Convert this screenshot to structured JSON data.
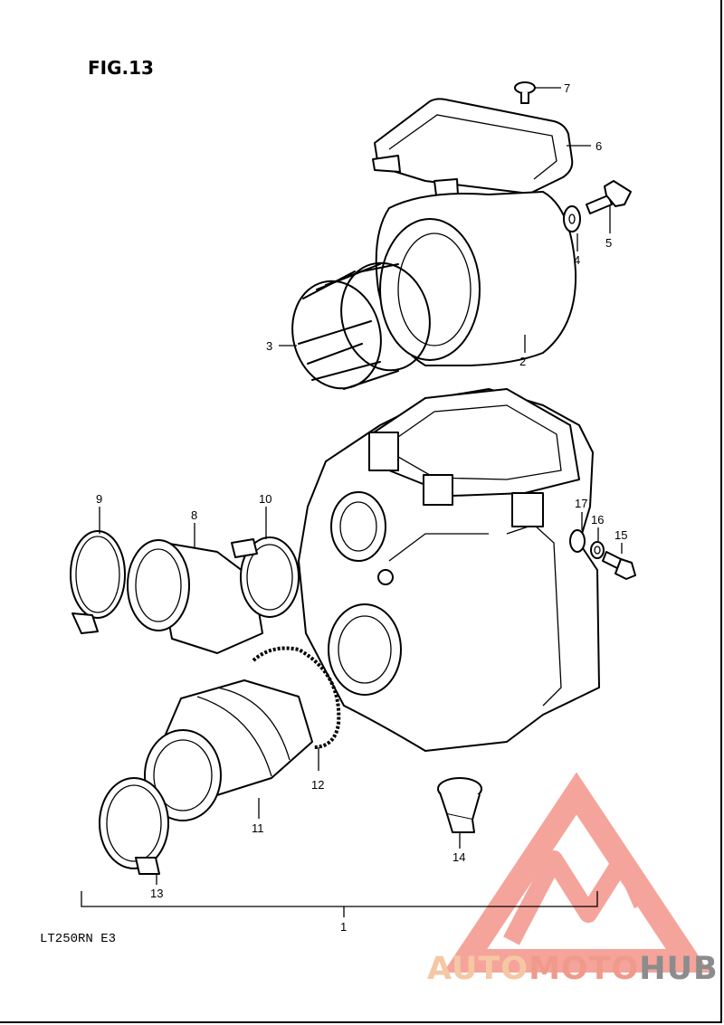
{
  "figure": {
    "title": "FIG.13",
    "model_code": "LT250RN E3"
  },
  "callouts": [
    "1",
    "2",
    "3",
    "4",
    "5",
    "6",
    "7",
    "8",
    "9",
    "10",
    "11",
    "12",
    "13",
    "14",
    "15",
    "16",
    "17"
  ],
  "watermark": {
    "brand_part1": "AUTO",
    "brand_part2": "MOTO",
    "brand_part3": "HUB",
    "colors": {
      "logo": "#f2867a",
      "part1": "#f5c7a4",
      "part2": "#f09a8b",
      "part3": "#8c8c8c"
    }
  }
}
